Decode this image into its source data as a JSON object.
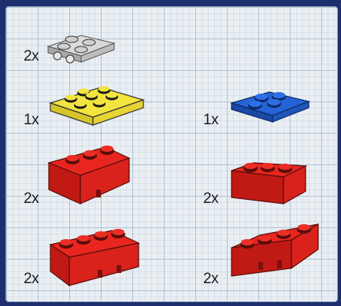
{
  "parts": [
    {
      "quantity": "2x",
      "color": "#c8c8c8",
      "shape": "plate-2x2-light-gray"
    },
    {
      "quantity": "1x",
      "color": "#f0e23a",
      "shape": "plate-2x3-yellow"
    },
    {
      "quantity": "1x",
      "color": "#1f5fd0",
      "shape": "plate-2x2-blue"
    },
    {
      "quantity": "2x",
      "color": "#e3201c",
      "shape": "wedge-brick-red-left-a"
    },
    {
      "quantity": "2x",
      "color": "#e3201c",
      "shape": "wedge-brick-red-right-a"
    },
    {
      "quantity": "2x",
      "color": "#e3201c",
      "shape": "wedge-brick-red-left-b"
    },
    {
      "quantity": "2x",
      "color": "#e3201c",
      "shape": "wedge-brick-red-right-b"
    }
  ]
}
